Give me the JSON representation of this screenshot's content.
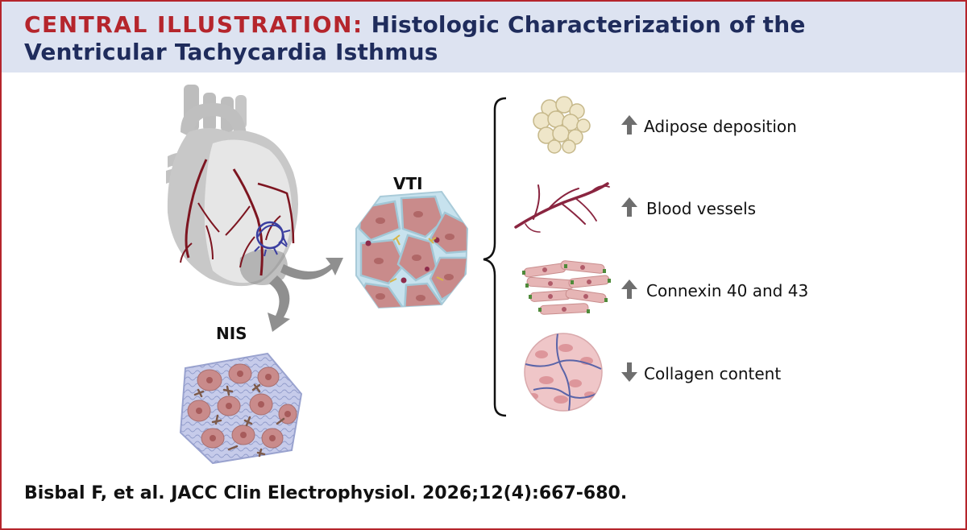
{
  "header": {
    "kicker": "CENTRAL ILLUSTRATION:",
    "subject": "Histologic Characterization of the Ventricular Tachycardia Isthmus"
  },
  "labels": {
    "vti": "VTI",
    "nis": "NIS"
  },
  "features": [
    {
      "label": "Adipose deposition",
      "direction": "up",
      "icon": "adipose-cells-icon"
    },
    {
      "label": "Blood vessels",
      "direction": "up",
      "icon": "blood-vessels-icon"
    },
    {
      "label": "Connexin 40 and 43",
      "direction": "up",
      "icon": "connexin-cells-icon"
    },
    {
      "label": "Collagen content",
      "direction": "down",
      "icon": "collagen-tissue-icon"
    }
  ],
  "citation": "Bisbal F, et al. JACC Clin Electrophysiol. 2026;12(4):667-680.",
  "colors": {
    "accent_red": "#b5252c",
    "navy": "#1f2c5c",
    "header_bg": "#dde3f1"
  }
}
